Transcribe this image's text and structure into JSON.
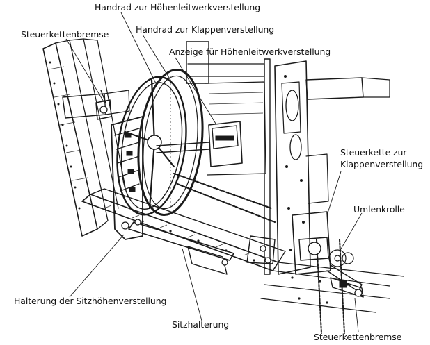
{
  "labels": {
    "handrad_hoehenleitwerk": "Handrad zur Höhenleitwerkverstellung",
    "handrad_klappen": "Handrad zur Klappenverstellung",
    "anzeige_hoehenleitwerk": "Anzeige für Höhenleitwerkverstellung",
    "steuerkettenbremse_top": "Steuerkettenbremse",
    "steuerkette_klappen": "Steuerkette zur\nKlappenverstellung",
    "umlenkrolle": "Umlenkrolle",
    "halterung_sitzhoehe": "Halterung der Sitzhöhenverstellung",
    "sitzhalterung": "Sitzhalterung",
    "steuerkettenbremse_bottom": "Steuerkettenbremse"
  }
}
